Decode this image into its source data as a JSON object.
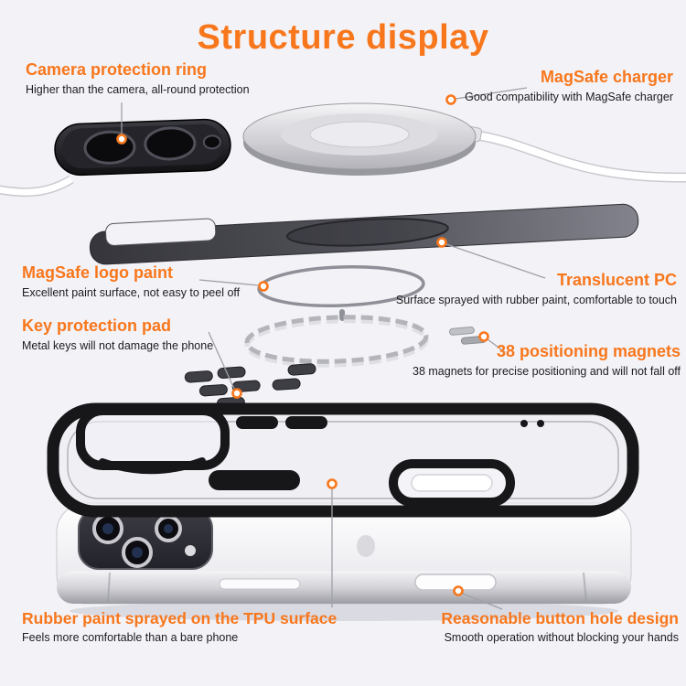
{
  "title": "Structure display",
  "colors": {
    "accent": "#F8771C",
    "body_text": "#1C1C1E",
    "background": "#F3F2F7",
    "case_black": "#17171A",
    "callout_line": "#A0A0A8",
    "silver": "#B3B3BA"
  },
  "callouts": {
    "camera_ring": {
      "label": "Camera protection ring",
      "desc": "Higher than the camera, all-round protection"
    },
    "magsafe_charger": {
      "label": "MagSafe charger",
      "desc": "Good compatibility with MagSafe charger"
    },
    "magsafe_logo": {
      "label": "MagSafe logo paint",
      "desc": "Excellent paint surface, not easy to peel off"
    },
    "translucent_pc": {
      "label": "Translucent PC",
      "desc": "Surface sprayed with rubber paint, comfortable to touch"
    },
    "key_pad": {
      "label": "Key protection pad",
      "desc": "Metal keys will not damage the phone"
    },
    "positioning_magnets": {
      "label": "38 positioning magnets",
      "desc": "38 magnets for precise positioning and will not fall off"
    },
    "tpu_surface": {
      "label": "Rubber paint sprayed on the TPU surface",
      "desc": "Feels more comfortable than a bare phone"
    },
    "button_hole": {
      "label": "Reasonable button hole design",
      "desc": "Smooth operation without blocking your hands"
    }
  }
}
